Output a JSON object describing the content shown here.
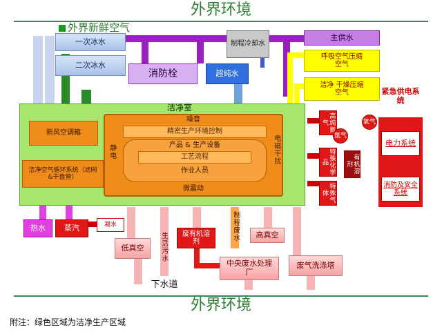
{
  "title_top": "外界环境",
  "title_bottom": "外界环境",
  "fresh_air": "外界新鲜空气",
  "chilled_water_1": "一次冰水",
  "chilled_water_2": "二次冰水",
  "process_cooling_water": "制程冷却水",
  "main_water": "主供水",
  "fire_hydrant": "消防栓",
  "ultrapure_water": "超纯水",
  "breathing_air": "呼吸空气压缩空气",
  "clean_dry_air": "洁净 干燥压缩空气",
  "cleanroom": "洁净室",
  "fresh_air_ahu": "新风空调箱",
  "recirc_system": "洁净空气循环系统（滤网&干盘管）",
  "electrostatic": "静电",
  "noise": "噪音",
  "env_control": "精密生产环境控制",
  "products_equipment": "产品 & 生产设备",
  "process_flow": "工艺流程",
  "workers": "作业人员",
  "micro_vibration": "微震动",
  "em_interference": "电磁干扰",
  "gases": [
    "高纯氮气",
    "氧气",
    "氩气"
  ],
  "chemicals": "特殊化学品",
  "organic_solvents": "有机溶剂",
  "special_gases": "特殊气体",
  "emergency_power": "紧急供电系统",
  "power_system": "电力系统",
  "fire_safety": "消防及安全系统",
  "hot_water": "热水",
  "steam": "蒸汽",
  "condensate": "凝水",
  "low_vacuum": "低真空",
  "domestic_sewage": "生活污水",
  "waste_solvents": "废有机溶剂",
  "process_wastewater": "制程废水",
  "high_vacuum": "高真空",
  "central_wastewater": "中央废水处理厂",
  "exhaust_scrubber": "废气洗涤塔",
  "sewer": "下水道",
  "footnote": "附注：绿色区域为洁净生产区域",
  "colors": {
    "cleanroom_green": "#a6e66e",
    "accent_purple": "#9a1fc0",
    "accent_red": "#e01818"
  }
}
